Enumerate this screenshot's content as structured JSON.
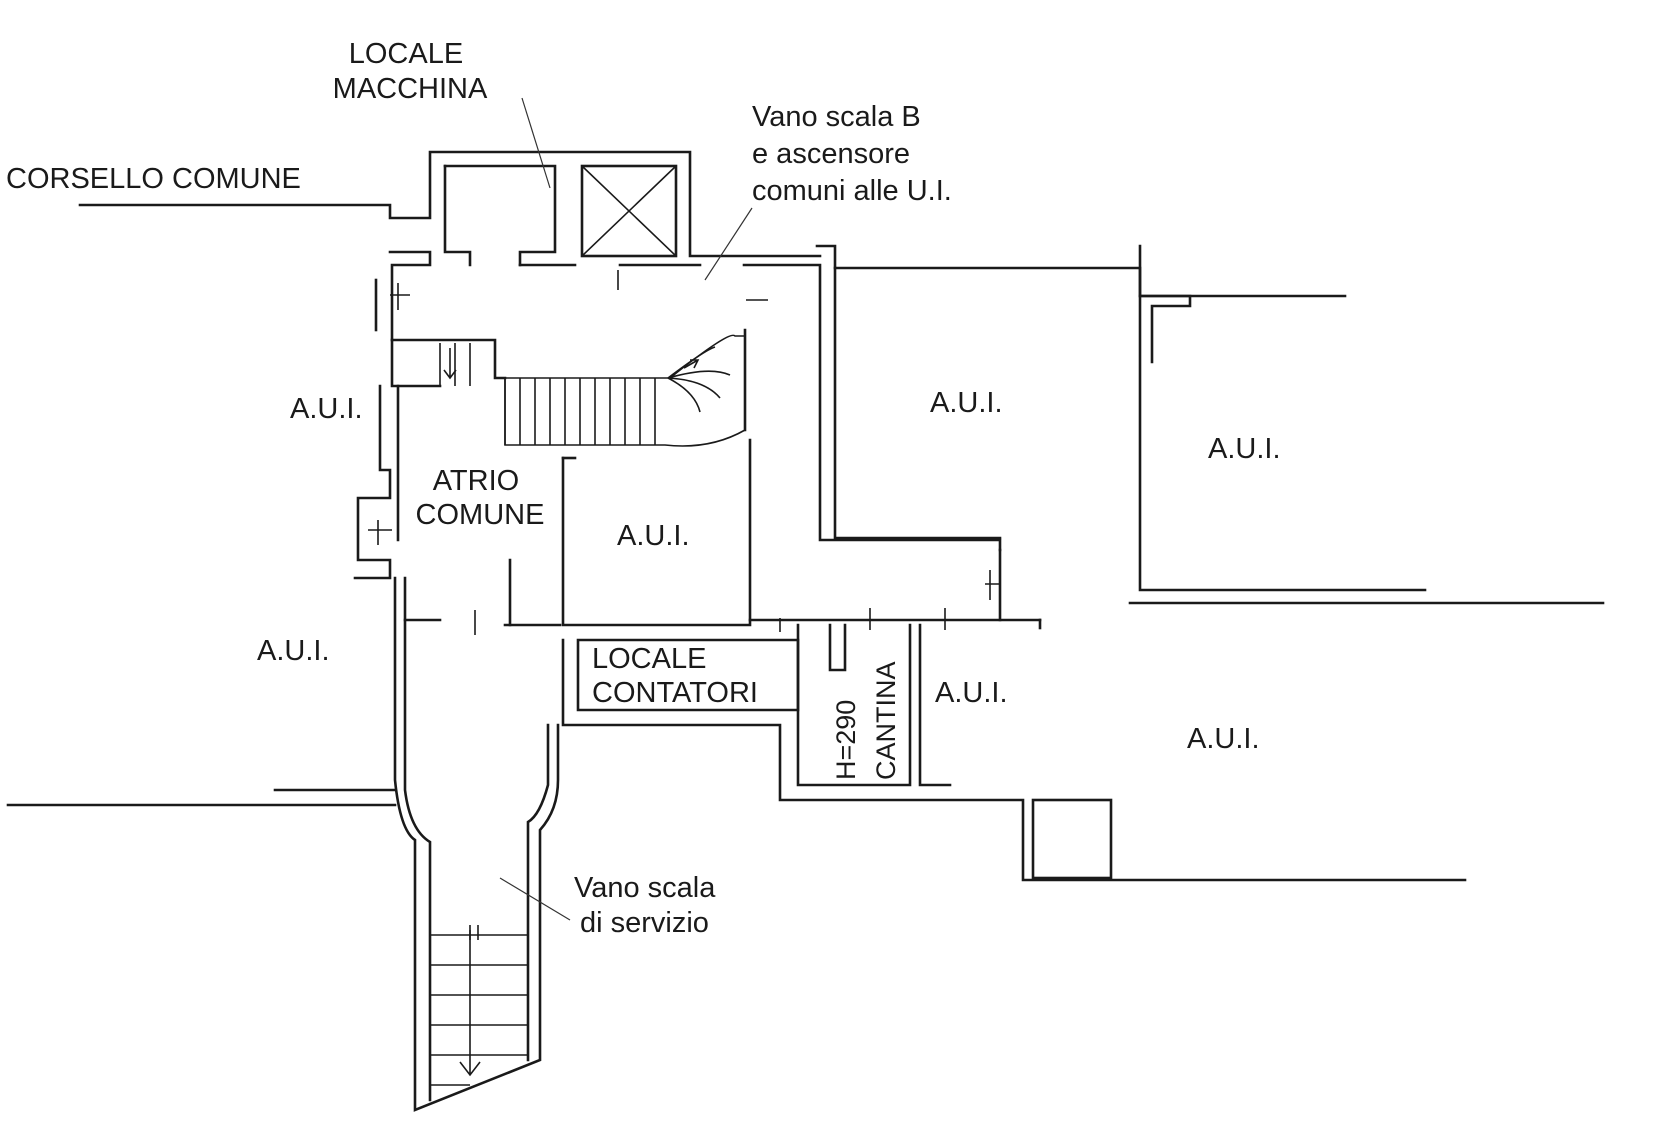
{
  "labels": {
    "locale_macchina": [
      "LOCALE",
      "MACCHINA"
    ],
    "corsello": "CORSELLO COMUNE",
    "vano_scala_b": [
      "Vano scala B",
      "e ascensore",
      "comuni alle U.I."
    ],
    "atrio": [
      "ATRIO",
      "COMUNE"
    ],
    "locale_contatori": [
      "LOCALE",
      "CONTATORI"
    ],
    "cantina": "CANTINA",
    "cantina_height": "H=290",
    "vano_scala_servizio": [
      "Vano scala",
      "di servizio"
    ],
    "aui": "A.U.I."
  },
  "colors": {
    "ink": "#1a1a1a",
    "paper": "#ffffff"
  }
}
